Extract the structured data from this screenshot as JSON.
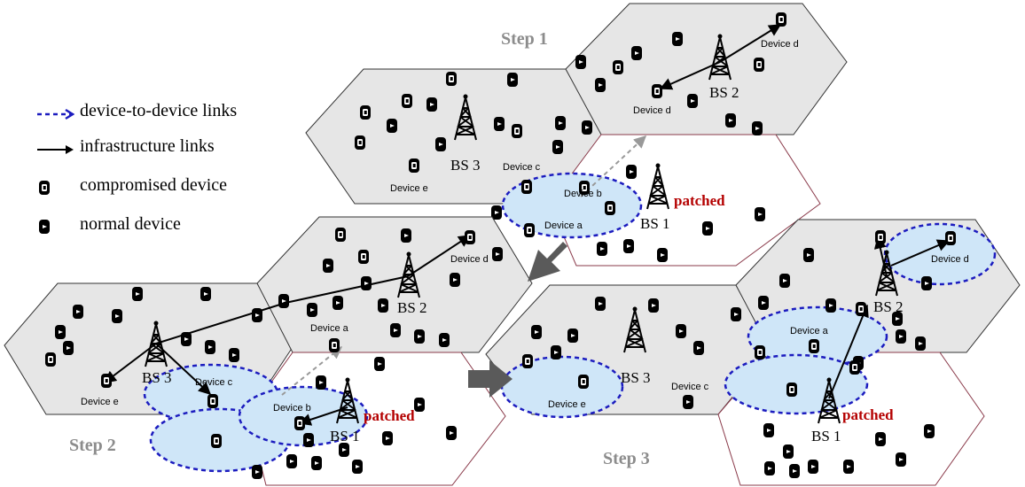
{
  "legend": {
    "d2d": "device-to-device links",
    "infra": "infrastructure links",
    "compromised": "compromised device",
    "normal": "normal device"
  },
  "steps": [
    "Step 1",
    "Step 2",
    "Step 3"
  ],
  "bs": {
    "bs1": "BS 1",
    "bs2": "BS 2",
    "bs3": "BS 3",
    "patched": "patched"
  },
  "devices": {
    "a": "Device a",
    "b": "Device b",
    "c": "Device c",
    "d": "Device d",
    "e": "Device e"
  },
  "colors": {
    "cell_gray": "#e6e6e6",
    "bubble": "#cfe6f8",
    "d2d": "#1c1cbf",
    "patched": "#b40000",
    "arrow": "#5a5a5a",
    "step": "#8c8c8c"
  }
}
